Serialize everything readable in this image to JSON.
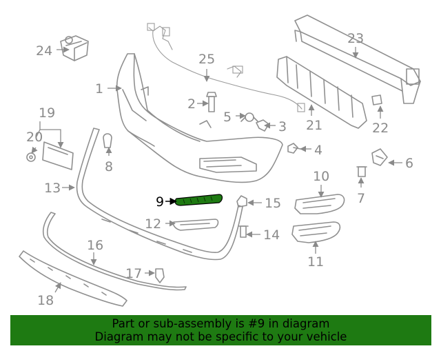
{
  "diagram": {
    "highlighted_part": "9",
    "callouts": [
      "1",
      "2",
      "3",
      "4",
      "5",
      "6",
      "7",
      "8",
      "9",
      "10",
      "11",
      "12",
      "13",
      "14",
      "15",
      "16",
      "17",
      "18",
      "19",
      "20",
      "21",
      "22",
      "23",
      "24",
      "25"
    ]
  },
  "footer": {
    "line1": "Part or sub-assembly is #9 in diagram",
    "line2": "Diagram may not be specific to your vehicle"
  },
  "colors": {
    "banner": "#1e7a12",
    "highlight_part": "#1e7a12",
    "linework": "#8f8f8f"
  }
}
